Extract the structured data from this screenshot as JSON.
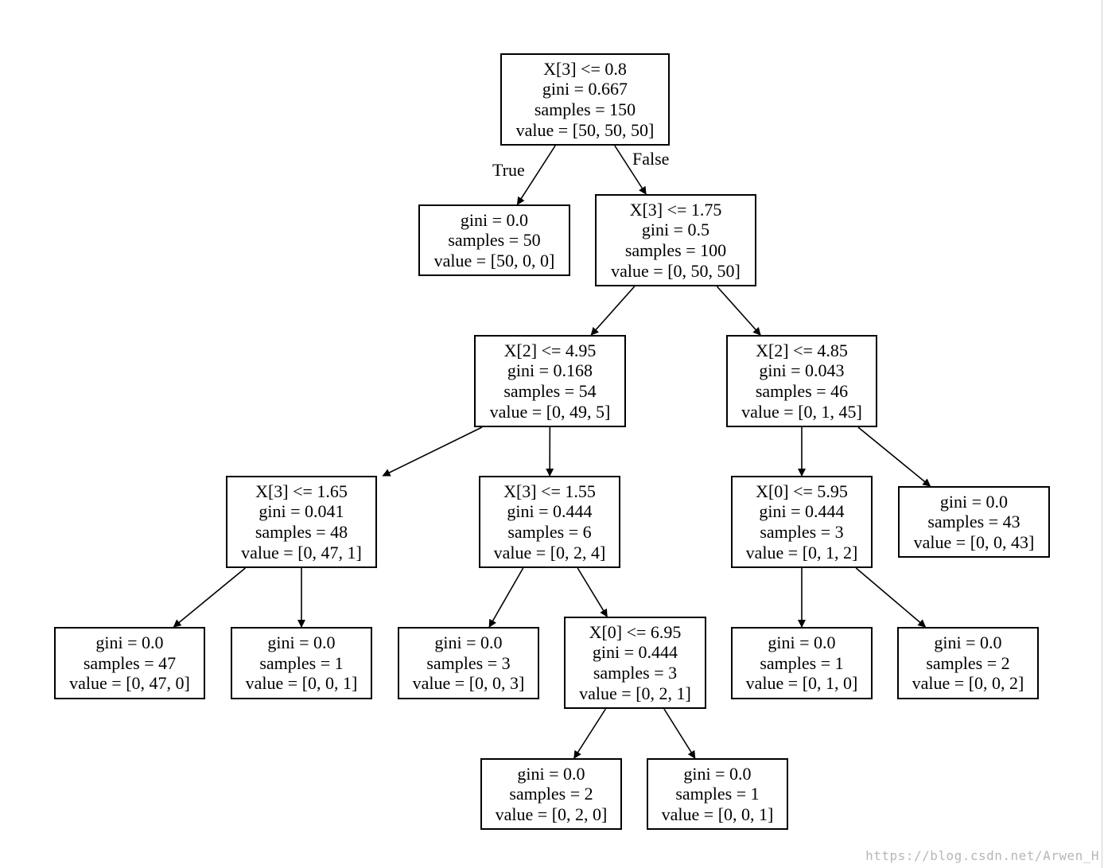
{
  "tree": {
    "nodes": {
      "n0": {
        "lines": [
          "X[3] <= 0.8",
          "gini = 0.667",
          "samples = 150",
          "value = [50, 50, 50]"
        ]
      },
      "n1": {
        "lines": [
          "gini = 0.0",
          "samples = 50",
          "value = [50, 0, 0]"
        ]
      },
      "n2": {
        "lines": [
          "X[3] <= 1.75",
          "gini = 0.5",
          "samples = 100",
          "value = [0, 50, 50]"
        ]
      },
      "n3": {
        "lines": [
          "X[2] <= 4.95",
          "gini = 0.168",
          "samples = 54",
          "value = [0, 49, 5]"
        ]
      },
      "n4": {
        "lines": [
          "X[2] <= 4.85",
          "gini = 0.043",
          "samples = 46",
          "value = [0, 1, 45]"
        ]
      },
      "n5": {
        "lines": [
          "X[3] <= 1.65",
          "gini = 0.041",
          "samples = 48",
          "value = [0, 47, 1]"
        ]
      },
      "n6": {
        "lines": [
          "X[3] <= 1.55",
          "gini = 0.444",
          "samples = 6",
          "value = [0, 2, 4]"
        ]
      },
      "n7": {
        "lines": [
          "X[0] <= 5.95",
          "gini = 0.444",
          "samples = 3",
          "value = [0, 1, 2]"
        ]
      },
      "n8": {
        "lines": [
          "gini = 0.0",
          "samples = 43",
          "value = [0, 0, 43]"
        ]
      },
      "n9": {
        "lines": [
          "gini = 0.0",
          "samples = 47",
          "value = [0, 47, 0]"
        ]
      },
      "n10": {
        "lines": [
          "gini = 0.0",
          "samples = 1",
          "value = [0, 0, 1]"
        ]
      },
      "n11": {
        "lines": [
          "gini = 0.0",
          "samples = 3",
          "value = [0, 0, 3]"
        ]
      },
      "n12": {
        "lines": [
          "X[0] <= 6.95",
          "gini = 0.444",
          "samples = 3",
          "value = [0, 2, 1]"
        ]
      },
      "n13": {
        "lines": [
          "gini = 0.0",
          "samples = 1",
          "value = [0, 1, 0]"
        ]
      },
      "n14": {
        "lines": [
          "gini = 0.0",
          "samples = 2",
          "value = [0, 0, 2]"
        ]
      },
      "n15": {
        "lines": [
          "gini = 0.0",
          "samples = 2",
          "value = [0, 2, 0]"
        ]
      },
      "n16": {
        "lines": [
          "gini = 0.0",
          "samples = 1",
          "value = [0, 0, 1]"
        ]
      }
    },
    "edges": [
      [
        "n0",
        "n1"
      ],
      [
        "n0",
        "n2"
      ],
      [
        "n2",
        "n3"
      ],
      [
        "n2",
        "n4"
      ],
      [
        "n3",
        "n5"
      ],
      [
        "n3",
        "n6"
      ],
      [
        "n4",
        "n7"
      ],
      [
        "n4",
        "n8"
      ],
      [
        "n5",
        "n9"
      ],
      [
        "n5",
        "n10"
      ],
      [
        "n6",
        "n11"
      ],
      [
        "n6",
        "n12"
      ],
      [
        "n7",
        "n13"
      ],
      [
        "n7",
        "n14"
      ],
      [
        "n12",
        "n15"
      ],
      [
        "n12",
        "n16"
      ]
    ],
    "edge_labels": {
      "true_label": "True",
      "false_label": "False"
    }
  },
  "watermark": "https://blog.csdn.net/Arwen_H"
}
